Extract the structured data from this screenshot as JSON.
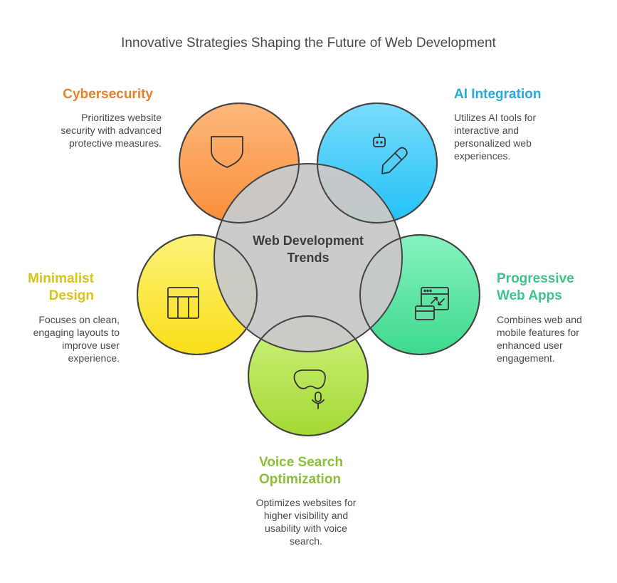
{
  "title": "Innovative Strategies Shaping the Future of Web Development",
  "center": {
    "label": "Web Development Trends"
  },
  "items": [
    {
      "id": "cybersecurity",
      "heading": "Cybersecurity",
      "description": "Prioritizes website security with advanced protective measures.",
      "color": "#E0832F",
      "icon": "shield-icon"
    },
    {
      "id": "ai-integration",
      "heading": "AI Integration",
      "description": "Utilizes AI tools for interactive and personalized web experiences.",
      "color": "#2BA8DA",
      "icon": "robot-pencil-icon"
    },
    {
      "id": "minimalist-design",
      "heading": "Minimalist Design",
      "description": "Focuses on clean, engaging layouts to improve user experience.",
      "color": "#D8C31C",
      "icon": "layout-grid-icon"
    },
    {
      "id": "progressive-web-apps",
      "heading": "Progressive Web Apps",
      "description": "Combines web and mobile features for enhanced user engagement.",
      "color": "#3DC48A",
      "icon": "browser-windows-icon"
    },
    {
      "id": "voice-search",
      "heading": "Voice Search Optimization",
      "description": "Optimizes websites for higher visibility and usability with voice search.",
      "color": "#8DBE3A",
      "icon": "vr-microphone-icon"
    }
  ]
}
